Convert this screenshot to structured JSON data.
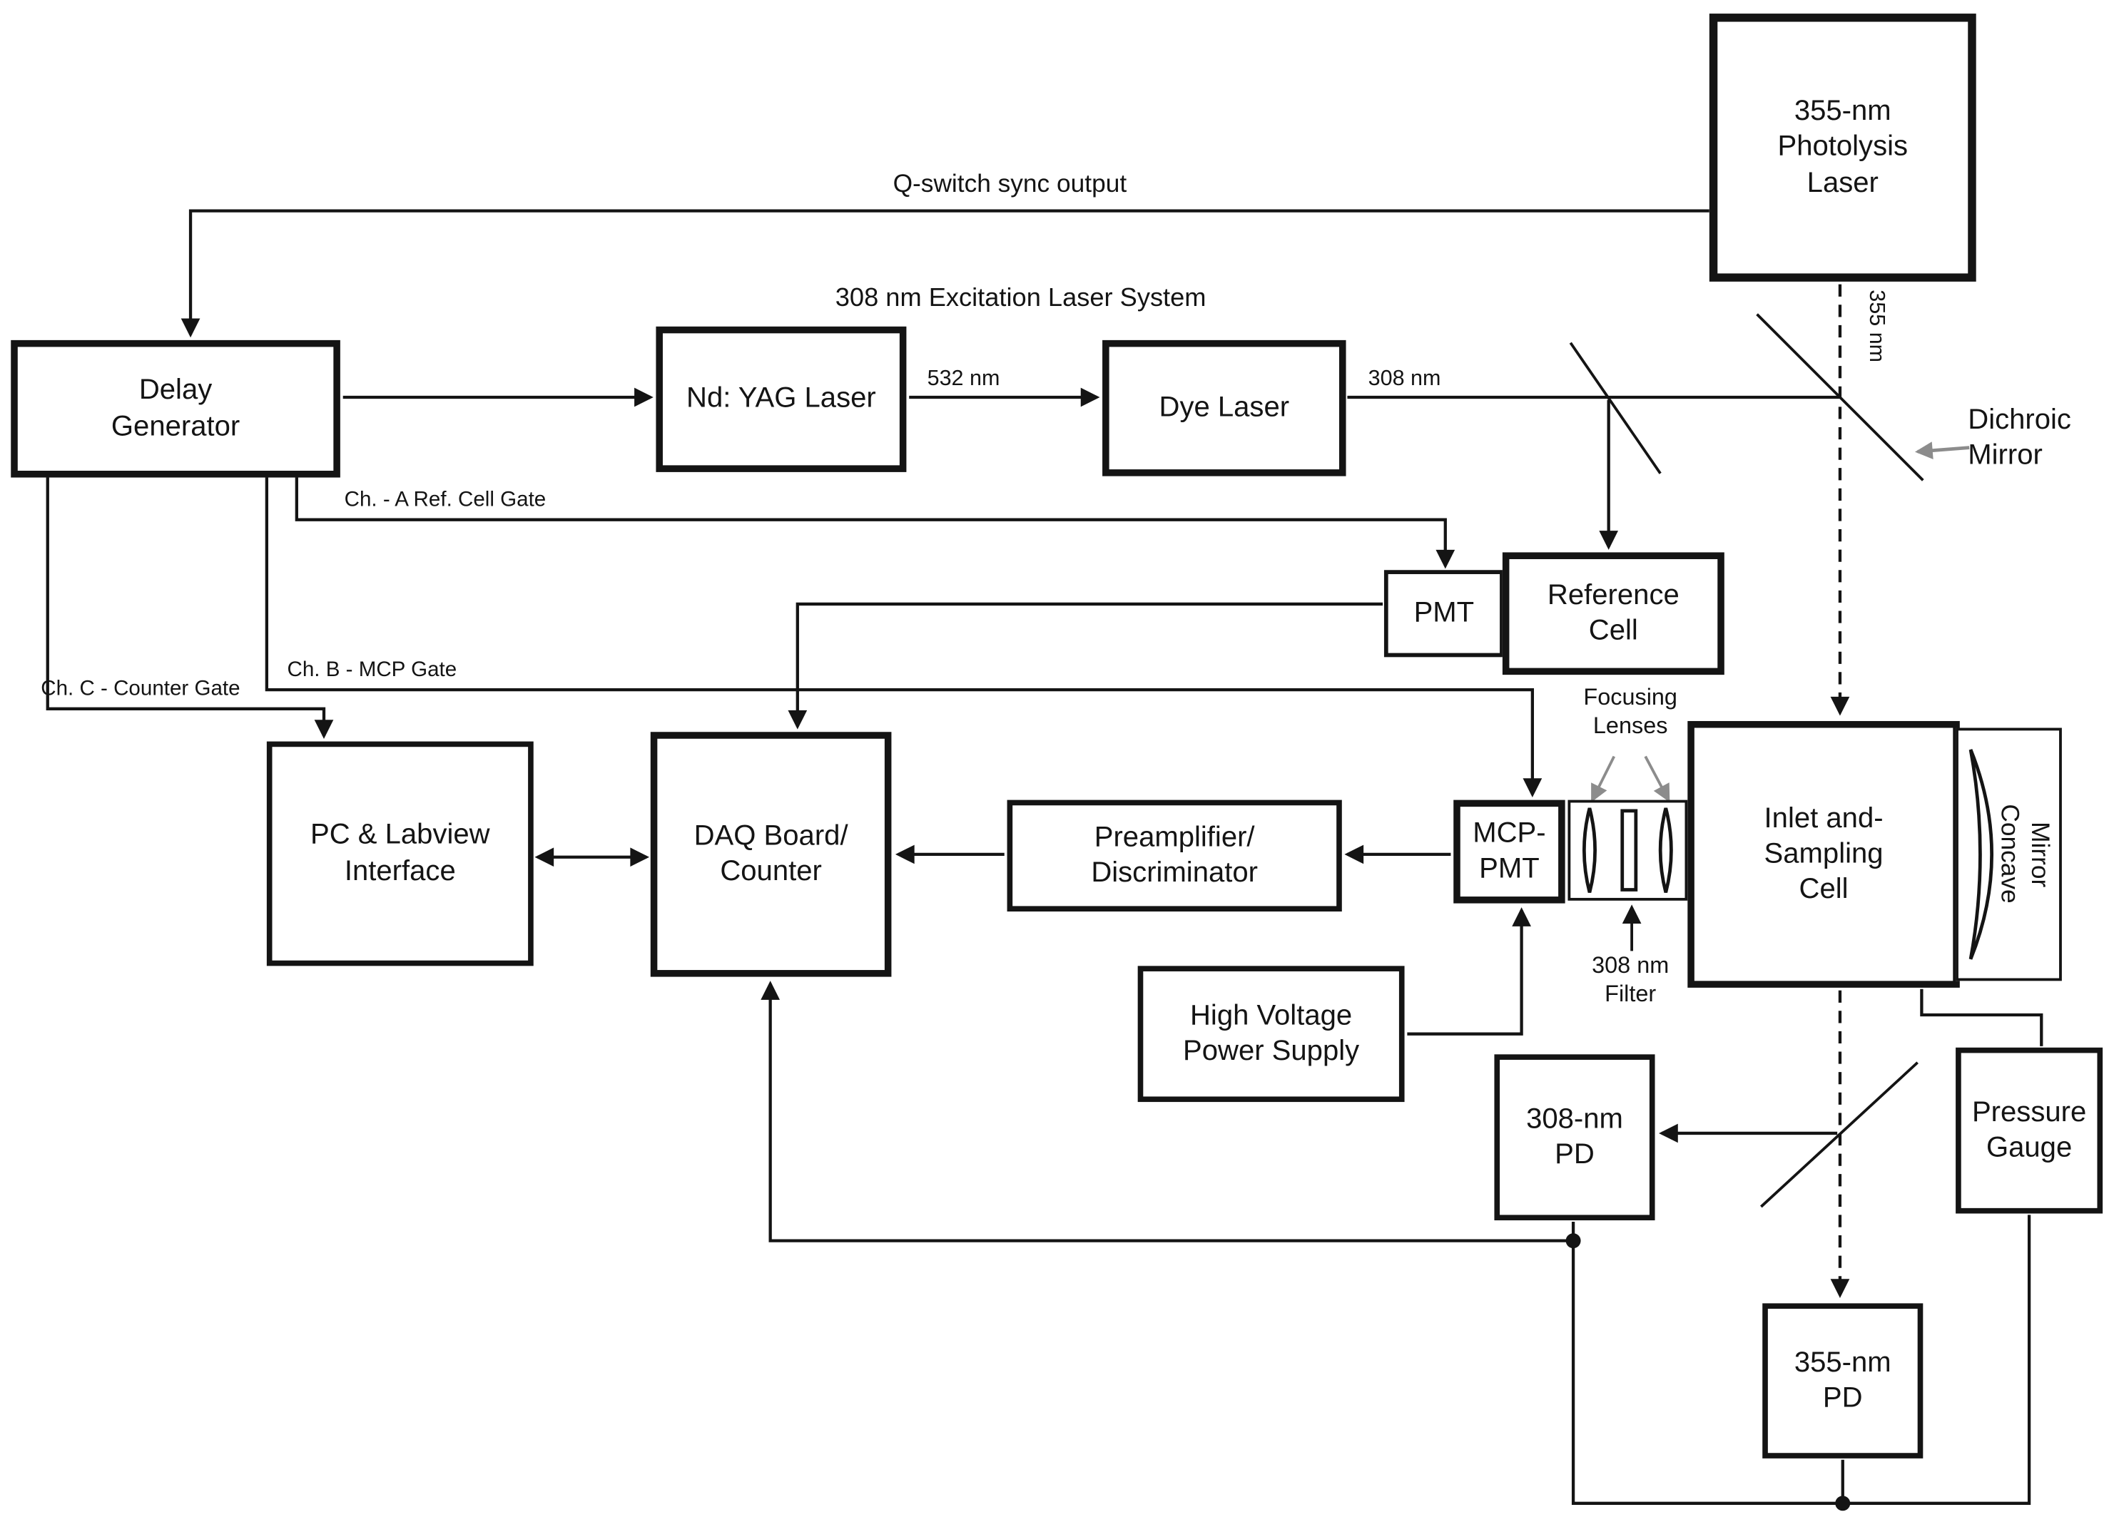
{
  "nodes": {
    "photolysis": "355-nm\nPhotolysis\nLaser",
    "delay": "Delay\nGenerator",
    "ndyag": "Nd: YAG Laser",
    "dye": "Dye Laser",
    "pmt": "PMT",
    "reference_cell": "Reference\nCell",
    "pc": "PC & Labview\nInterface",
    "daq": "DAQ Board/\nCounter",
    "preamp": "Preamplifier/\nDiscriminator",
    "mcp_pmt": "MCP-\nPMT",
    "inlet_cell": "Inlet and-\nSampling\nCell",
    "concave_mirror": "Concave\nMirror",
    "hv_supply": "High Voltage\nPower Supply",
    "pd_308": "308-nm\nPD",
    "pressure_gauge": "Pressure\nGauge",
    "pd_355": "355-nm\nPD"
  },
  "labels": {
    "q_switch": "Q-switch sync output",
    "excitation_system": "308 nm Excitation Laser System",
    "nm_532": "532 nm",
    "nm_308": "308 nm",
    "nm_355": "355 nm",
    "ch_a": "Ch. - A Ref. Cell Gate",
    "ch_b": "Ch. B - MCP Gate",
    "ch_c": "Ch. C - Counter Gate",
    "dichroic": "Dichroic\nMirror",
    "focusing_lenses": "Focusing\nLenses",
    "filter_308": "308 nm\nFilter"
  },
  "colors": {
    "line": "#141414",
    "gray_arrow": "#8c8c8c",
    "background": "#ffffff"
  }
}
